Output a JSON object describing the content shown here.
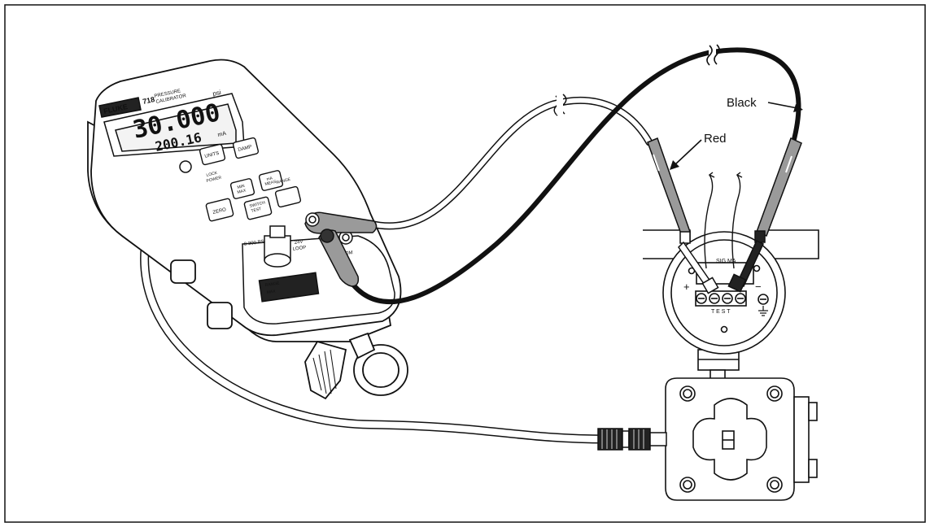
{
  "callouts": {
    "black": "Black",
    "red": "Red"
  },
  "calibrator": {
    "brand": "FLUKE",
    "model": "718",
    "product_line1": "PRESSURE",
    "product_line2": "CALIBRATOR",
    "reading_main": "30.000",
    "reading_unit": "psi",
    "reading_sub": "200.16",
    "reading_sub_unit": "mA",
    "buttons": {
      "units": "UNITS",
      "damp": "DAMP",
      "lock_line1": "LOCK",
      "lock_line2": "POWER",
      "minmax_line1": "MIN",
      "minmax_line2": "MAX",
      "ma_line1": "mA",
      "ma_line2": "MEAS",
      "range": "RANGE",
      "zero": "ZERO",
      "switch_line1": "SWITCH",
      "switch_line2": "TEST"
    },
    "port_label": "0-300 PSI",
    "jack_label": "24V",
    "loop_label": "LOOP",
    "com_label": "COM",
    "range_plate_line1": "RANGE",
    "range_plate_line2": "MAX"
  },
  "transmitter": {
    "plus_sign": "+",
    "minus_sign": "−",
    "test_label": "T E S T",
    "sig_label": "SIG MA"
  },
  "colors": {
    "line": "#111111",
    "wire_white": "#ffffff",
    "wire_black": "#111111",
    "probe_gray": "#9a9a9a",
    "plastic_gray": "#e9e9e9"
  }
}
